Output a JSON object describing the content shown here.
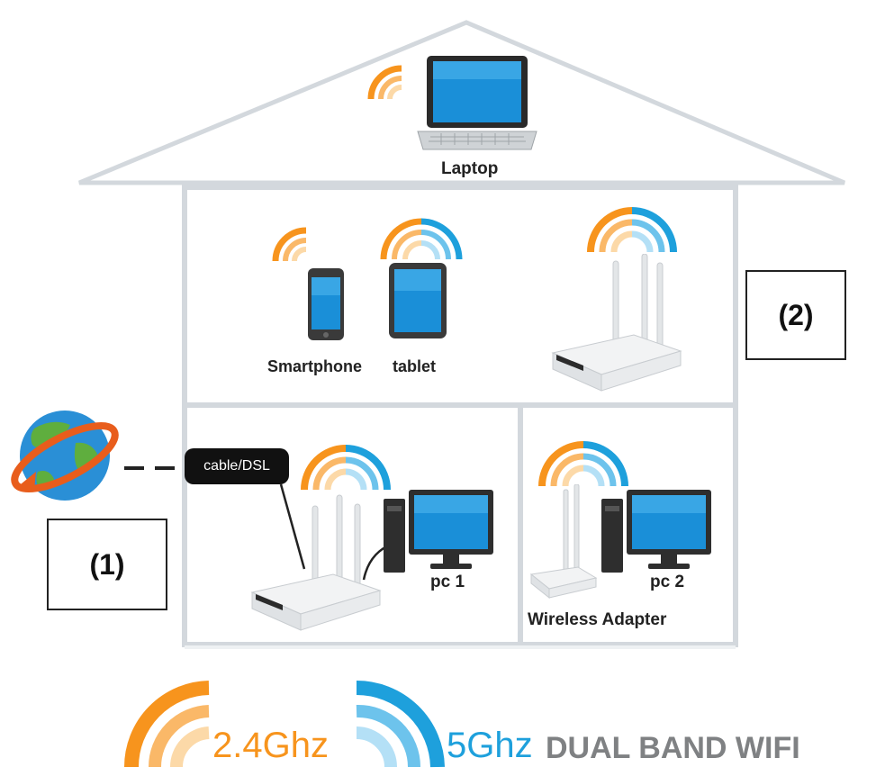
{
  "house": {
    "attic": {
      "device_label": "Laptop"
    },
    "upper_floor": {
      "phone_label": "Smartphone",
      "tablet_label": "tablet"
    },
    "ground_left": {
      "connection_label": "cable/DSL",
      "pc_label": "pc 1"
    },
    "ground_right": {
      "pc_label": "pc 2",
      "adapter_label": "Wireless Adapter"
    }
  },
  "callouts": {
    "one": "(1)",
    "two": "(2)"
  },
  "legend": {
    "band_24": "2.4Ghz",
    "band_5": "5Ghz",
    "title": "DUAL BAND WIFI"
  },
  "colors": {
    "band_24": "#f7941d",
    "band_5": "#1ea0dc",
    "house_wall": "#cfd6dc",
    "screen": "#1a8fd8"
  },
  "icons": {
    "globe": "globe-icon",
    "laptop": "laptop-icon",
    "phone": "smartphone-icon",
    "tablet": "tablet-icon",
    "router": "router-icon",
    "pc": "desktop-pc-icon",
    "adapter": "usb-wireless-adapter-icon",
    "wifi24": "wifi-2-4ghz-icon",
    "wifi5": "wifi-5ghz-icon"
  }
}
